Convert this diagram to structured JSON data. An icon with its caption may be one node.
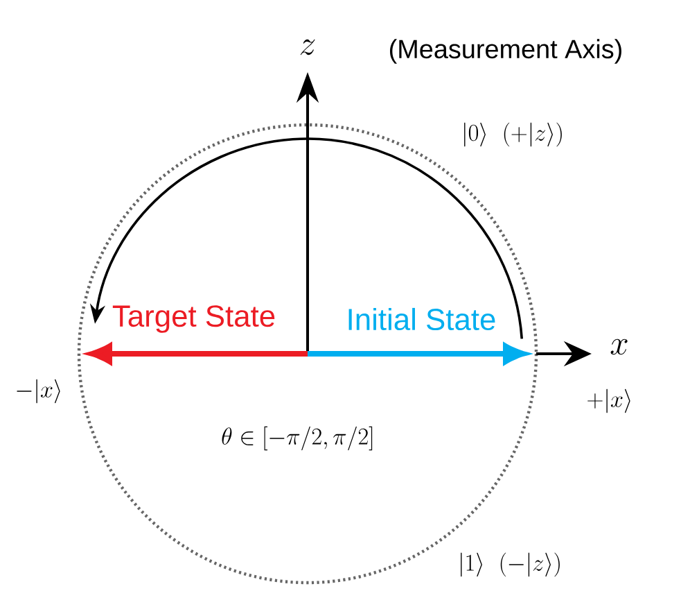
{
  "diagram": {
    "labels": [
      "z",
      "(Measurement Axis)",
      "|0\\rangle\\ \\ (+|z\\rangle)",
      "Target State",
      "Initial State",
      "x",
      "-|x\\rangle",
      "+|x\\rangle",
      "\\theta \\in [-\\pi/2,\\pi/2]",
      "|1\\rangle\\ \\ (-|z\\rangle)"
    ]
  }
}
